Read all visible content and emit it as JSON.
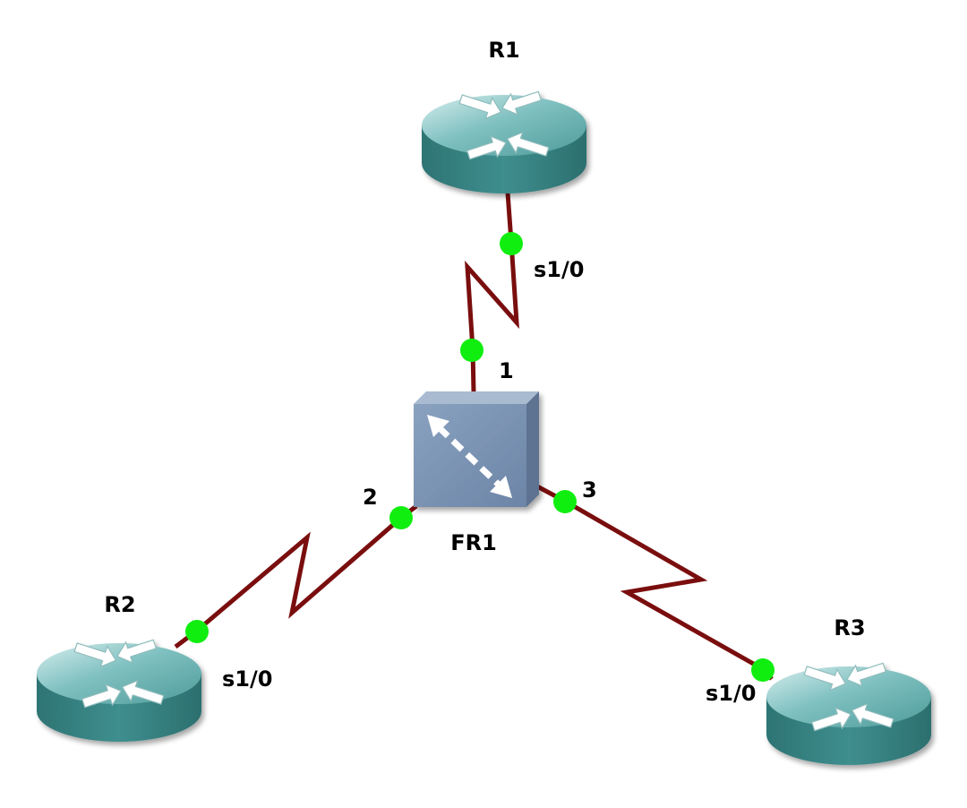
{
  "colors": {
    "link": "#7a0e0e",
    "port_dot": "#10ee10",
    "router_top": "#6fb8b8",
    "router_body": "#3f8b8b",
    "switch_front": "#7a92b2",
    "switch_side": "#5d7391",
    "switch_top": "#9fb2c9"
  },
  "nodes": {
    "r1": {
      "label": "R1",
      "type": "router",
      "icon": "router-icon"
    },
    "r2": {
      "label": "R2",
      "type": "router",
      "icon": "router-icon"
    },
    "r3": {
      "label": "R3",
      "type": "router",
      "icon": "router-icon"
    },
    "fr1": {
      "label": "FR1",
      "type": "frame-relay-switch",
      "icon": "frame-relay-switch-icon"
    }
  },
  "links": [
    {
      "name": "r1-fr1",
      "a_port": "s1/0",
      "b_port": "1"
    },
    {
      "name": "r2-fr1",
      "a_port": "s1/0",
      "b_port": "2"
    },
    {
      "name": "r3-fr1",
      "a_port": "s1/0",
      "b_port": "3"
    }
  ]
}
